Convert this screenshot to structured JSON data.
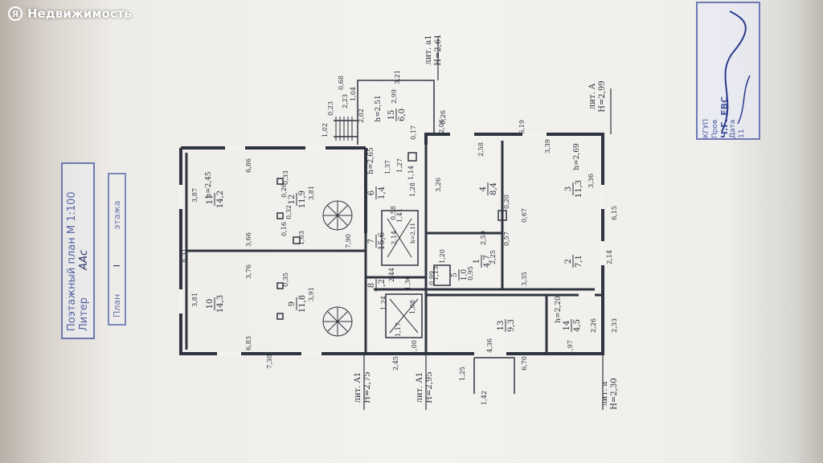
{
  "watermark": {
    "brand": "Недвижимость",
    "logo_letter": "Я"
  },
  "stamp": {
    "line1": "Поэтажный план М 1:100",
    "line2": "Литер",
    "liter_value": "ААс",
    "floor_label": "План",
    "floor_value": "I",
    "floor_suffix": "этажа"
  },
  "header_stamp": {
    "text1": "КГУП",
    "text2": "Ч.Г. ЕВС",
    "text3": "Пров",
    "text4": "Дата",
    "text5": "11"
  },
  "liters": [
    {
      "name": "лит. A1",
      "height": "H=2,75"
    },
    {
      "name": "лит. A1",
      "height": "H=2,95"
    },
    {
      "name": "лит. a",
      "height": "H=2,30"
    },
    {
      "name": "лит. a1",
      "height": "H=2,61"
    },
    {
      "name": "лит. A",
      "height": "H=2,99"
    }
  ],
  "rooms": [
    {
      "num": "1",
      "area": "4,7"
    },
    {
      "num": "2",
      "area": "7,1"
    },
    {
      "num": "3",
      "area": "11,3"
    },
    {
      "num": "4",
      "area": "8,4"
    },
    {
      "num": "5",
      "area": "1,0"
    },
    {
      "num": "6",
      "area": "1,4"
    },
    {
      "num": "7",
      "area": "15,6"
    },
    {
      "num": "8",
      "area": "1,2"
    },
    {
      "num": "9",
      "area": "11,8"
    },
    {
      "num": "10",
      "area": "14,3"
    },
    {
      "num": "11",
      "area": "14,2"
    },
    {
      "num": "12",
      "area": "11,9"
    },
    {
      "num": "13",
      "area": "9,3"
    },
    {
      "num": "14",
      "area": "4,5"
    },
    {
      "num": "15",
      "area": "6,0"
    }
  ],
  "heights": [
    "h=2,45",
    "h=2,65",
    "h=2,51",
    "h=2,69",
    "h=2,20",
    "h=2,11"
  ],
  "dimensions": [
    "8,31",
    "3,87",
    "3,66",
    "6,86",
    "3,81",
    "3,76",
    "6,83",
    "7,30",
    "3,81",
    "3,91",
    "2,45",
    "1,00",
    "1,17",
    "1,24",
    "1,36",
    "2,44",
    "2,14",
    "4,36",
    "6,70",
    "1,25",
    "1,42",
    "2,33",
    "2,26",
    "1,97",
    "2,14",
    "3,35",
    "0,20",
    "0,57",
    "2,25",
    "2,59",
    "0,95",
    "1,20",
    "0,67",
    "3,36",
    "6,15",
    "3,39",
    "6,19",
    "2,58",
    "3,26",
    "2,06",
    "0,17",
    "0,26",
    "2,99",
    "3,21",
    "2,02",
    "2,23",
    "1,04",
    "0,68",
    "0,23",
    "1,02",
    "1,37",
    "1,27",
    "1,14",
    "1,28",
    "1,41",
    "0,58",
    "7,90",
    "0,33",
    "0,26",
    "0,35",
    "0,32",
    "0,16",
    "1,03",
    "1,13",
    "0,99",
    "1,08"
  ]
}
